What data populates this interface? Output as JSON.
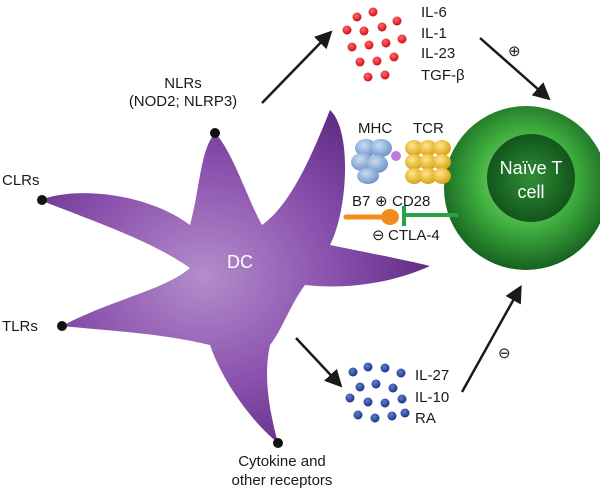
{
  "receptors": {
    "nlrs": "NLRs",
    "nlrs_detail": "(NOD2; NLRP3)",
    "clrs": "CLRs",
    "tlrs": "TLRs",
    "cytokine_line1": "Cytokine and",
    "cytokine_line2": "other receptors"
  },
  "dc": {
    "label": "DC",
    "color": "#7a3d9c"
  },
  "tcell": {
    "label_line1": "Naïve T",
    "label_line2": "cell",
    "color": "#2e9a3a"
  },
  "synapse": {
    "mhc": "MHC",
    "tcr": "TCR",
    "b7": "B7",
    "cd28": "CD28",
    "ctla4": "CTLA-4",
    "plus": "⊕",
    "minus": "⊖"
  },
  "top_cytokines": {
    "items": [
      "IL-6",
      "IL-1",
      "IL-23",
      "TGF-β"
    ],
    "dot_color": "#e31e24",
    "effect": "⊕"
  },
  "bottom_cytokines": {
    "items": [
      "IL-27",
      "IL-10",
      "RA"
    ],
    "dot_color": "#2b4ea2",
    "effect": "⊖"
  }
}
